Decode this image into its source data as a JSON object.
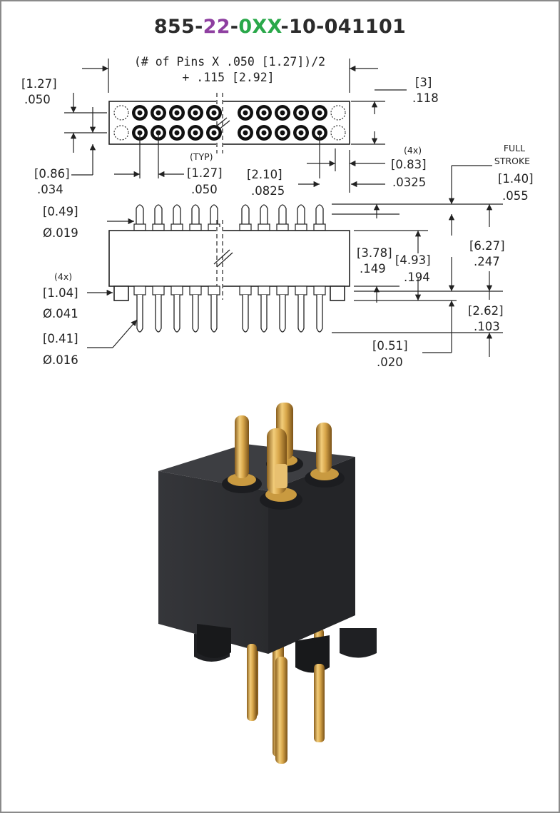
{
  "part_number": {
    "segments": [
      {
        "text": "855-",
        "color": "#2b2b2b"
      },
      {
        "text": "22",
        "color": "#8e3fa0"
      },
      {
        "text": "-",
        "color": "#2b2b2b"
      },
      {
        "text": "0XX",
        "color": "#2aa84a"
      },
      {
        "text": "-10-041101",
        "color": "#2b2b2b"
      }
    ]
  },
  "top_view": {
    "formula_line1": "(# of Pins X .050 [1.27])/2",
    "formula_line2": "+ .115 [2.92]",
    "row_offset": {
      "mm": "[1.27]",
      "in": ".050"
    },
    "height": {
      "mm": "[3]",
      "in": ".118"
    },
    "edge_offset": {
      "mm": "[0.86]",
      "in": ".034"
    },
    "pitch": {
      "note": "(TYP)",
      "mm": "[1.27]",
      "in": ".050"
    },
    "end_offset": {
      "mm": "[2.10]",
      "in": ".0825"
    },
    "end_pad": {
      "note": "(4x)",
      "mm": "[0.83]",
      "in": ".0325"
    }
  },
  "side_view": {
    "plunger_dia": {
      "mm": "[0.49]",
      "in": "Ø.019"
    },
    "standoff_dia": {
      "note": "(4x)",
      "mm": "[1.04]",
      "in": "Ø.041"
    },
    "tail_dia": {
      "mm": "[0.41]",
      "in": "Ø.016"
    },
    "full_stroke": {
      "note_line1": "FULL",
      "note_line2": "STROKE",
      "mm": "[1.40]",
      "in": ".055"
    },
    "body_height": {
      "mm": "[3.78]",
      "in": ".149"
    },
    "mid_height": {
      "mm": "[4.93]",
      "in": ".194"
    },
    "overall_height": {
      "mm": "[6.27]",
      "in": ".247"
    },
    "tail_length": {
      "mm": "[2.62]",
      "in": ".103"
    },
    "standoff_height": {
      "mm": "[0.51]",
      "in": ".020"
    }
  },
  "colors": {
    "housing": "#2c2d2f",
    "gold": "#d8a64a"
  }
}
